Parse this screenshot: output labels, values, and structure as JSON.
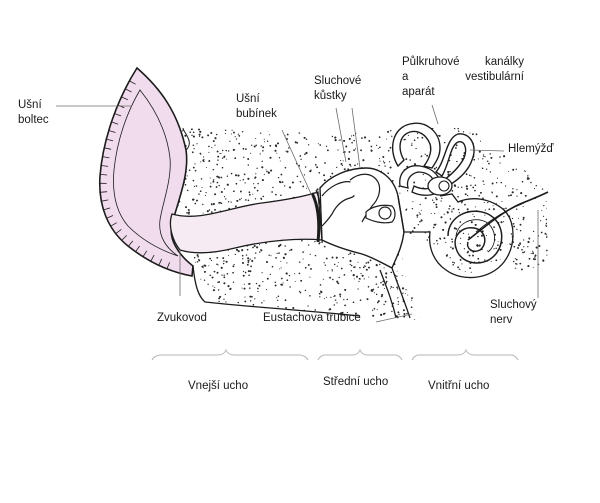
{
  "labels": {
    "ear_auricle": [
      "Ušní",
      "boltec"
    ],
    "eardrum": [
      "Ušní",
      "bubínek"
    ],
    "ossicles": [
      "Sluchové",
      "kůstky"
    ],
    "canals_line1": [
      "Půlkruhové",
      "kanálky"
    ],
    "canals_line2": [
      "a",
      "vestibulární"
    ],
    "canals_line3": "aparát",
    "cochlea": "Hlemýžď",
    "auditory_nerve": [
      "Sluchový",
      "nerv"
    ],
    "ear_canal": "Zvukovod",
    "eustachian_tube": "Eustachova trubice"
  },
  "sections": {
    "outer": "Vnejší ucho",
    "middle": "Střední ucho",
    "inner": "Vnitřní ucho"
  },
  "colors": {
    "outline": "#1c1c1c",
    "auricle_fill": "#f1dcee",
    "canal_fill": "#f6ebf3",
    "stipple": "#2a2a2a",
    "leader": "#6b6b6b",
    "brace": "#b5b5b5"
  }
}
